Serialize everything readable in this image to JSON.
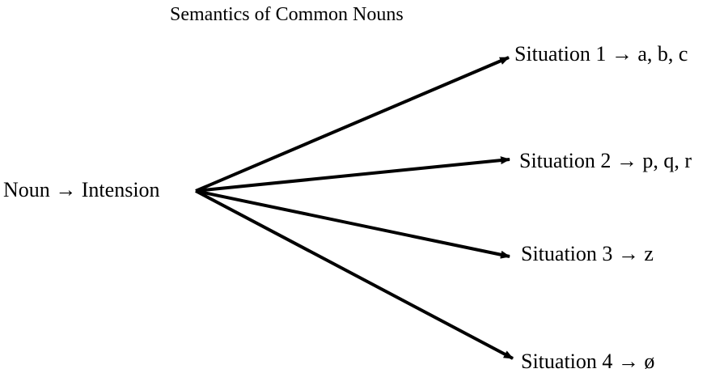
{
  "title": "Semantics of Common Nouns",
  "source_node": "Noun → Intension",
  "targets": [
    {
      "label": "Situation 1 → a, b, c"
    },
    {
      "label": "Situation 2 → p, q, r"
    },
    {
      "label": "Situation 3 → z"
    },
    {
      "label": "Situation 4 → ø"
    }
  ],
  "colors": {
    "ink": "#000000",
    "background": "#ffffff"
  }
}
